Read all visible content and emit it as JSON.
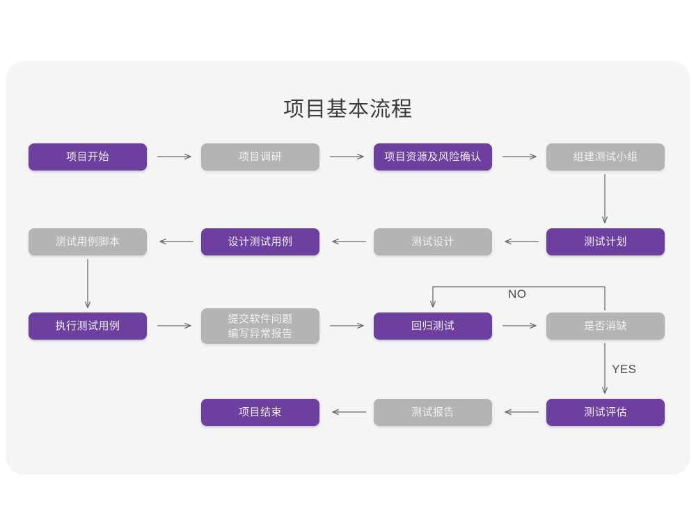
{
  "page": {
    "title": "项目基本流程",
    "background": "#ffffff",
    "panel_background": "#f5f5f5"
  },
  "colors": {
    "purple": "#6d3f9e",
    "gray": "#b4b4b4",
    "purple_text": "#f2eefa",
    "gray_text": "#f1f1f1",
    "arrow": "#6b6b6b",
    "title_text": "#3c3c3c"
  },
  "chart_data": {
    "type": "diagram",
    "title": "项目基本流程",
    "nodes": [
      {
        "id": "n1",
        "label": "项目开始",
        "style": "purple",
        "row": 1,
        "col": 1
      },
      {
        "id": "n2",
        "label": "项目调研",
        "style": "gray",
        "row": 1,
        "col": 2
      },
      {
        "id": "n3",
        "label": "项目资源及风险确认",
        "style": "purple",
        "row": 1,
        "col": 3
      },
      {
        "id": "n4",
        "label": "组建测试小组",
        "style": "gray",
        "row": 1,
        "col": 4
      },
      {
        "id": "n5",
        "label": "测试用例脚本",
        "style": "gray",
        "row": 2,
        "col": 1
      },
      {
        "id": "n6",
        "label": "设计测试用例",
        "style": "purple",
        "row": 2,
        "col": 2
      },
      {
        "id": "n7",
        "label": "测试设计",
        "style": "gray",
        "row": 2,
        "col": 3
      },
      {
        "id": "n8",
        "label": "测试计划",
        "style": "purple",
        "row": 2,
        "col": 4
      },
      {
        "id": "n9",
        "label": "执行测试用例",
        "style": "purple",
        "row": 3,
        "col": 1
      },
      {
        "id": "n10",
        "label": "提交软件问题\n编写异常报告",
        "style": "gray",
        "row": 3,
        "col": 2
      },
      {
        "id": "n11",
        "label": "回归测试",
        "style": "purple",
        "row": 3,
        "col": 3
      },
      {
        "id": "n12",
        "label": "是否消缺",
        "style": "gray",
        "row": 3,
        "col": 4
      },
      {
        "id": "n13",
        "label": "项目结束",
        "style": "purple",
        "row": 4,
        "col": 2
      },
      {
        "id": "n14",
        "label": "测试报告",
        "style": "gray",
        "row": 4,
        "col": 3
      },
      {
        "id": "n15",
        "label": "测试评估",
        "style": "purple",
        "row": 4,
        "col": 4
      }
    ],
    "edges": [
      {
        "from": "n1",
        "to": "n2",
        "label": "",
        "direction": "right"
      },
      {
        "from": "n2",
        "to": "n3",
        "label": "",
        "direction": "right"
      },
      {
        "from": "n3",
        "to": "n4",
        "label": "",
        "direction": "right"
      },
      {
        "from": "n4",
        "to": "n8",
        "label": "",
        "direction": "down"
      },
      {
        "from": "n8",
        "to": "n7",
        "label": "",
        "direction": "left"
      },
      {
        "from": "n7",
        "to": "n6",
        "label": "",
        "direction": "left"
      },
      {
        "from": "n6",
        "to": "n5",
        "label": "",
        "direction": "left"
      },
      {
        "from": "n5",
        "to": "n9",
        "label": "",
        "direction": "down"
      },
      {
        "from": "n9",
        "to": "n10",
        "label": "",
        "direction": "right"
      },
      {
        "from": "n10",
        "to": "n11",
        "label": "",
        "direction": "right"
      },
      {
        "from": "n11",
        "to": "n12",
        "label": "",
        "direction": "right"
      },
      {
        "from": "n12",
        "to": "n11",
        "label": "NO",
        "direction": "loop-up-left"
      },
      {
        "from": "n12",
        "to": "n15",
        "label": "YES",
        "direction": "down"
      },
      {
        "from": "n15",
        "to": "n14",
        "label": "",
        "direction": "left"
      },
      {
        "from": "n14",
        "to": "n13",
        "label": "",
        "direction": "left"
      }
    ],
    "edge_labels": [
      "NO",
      "YES"
    ]
  }
}
